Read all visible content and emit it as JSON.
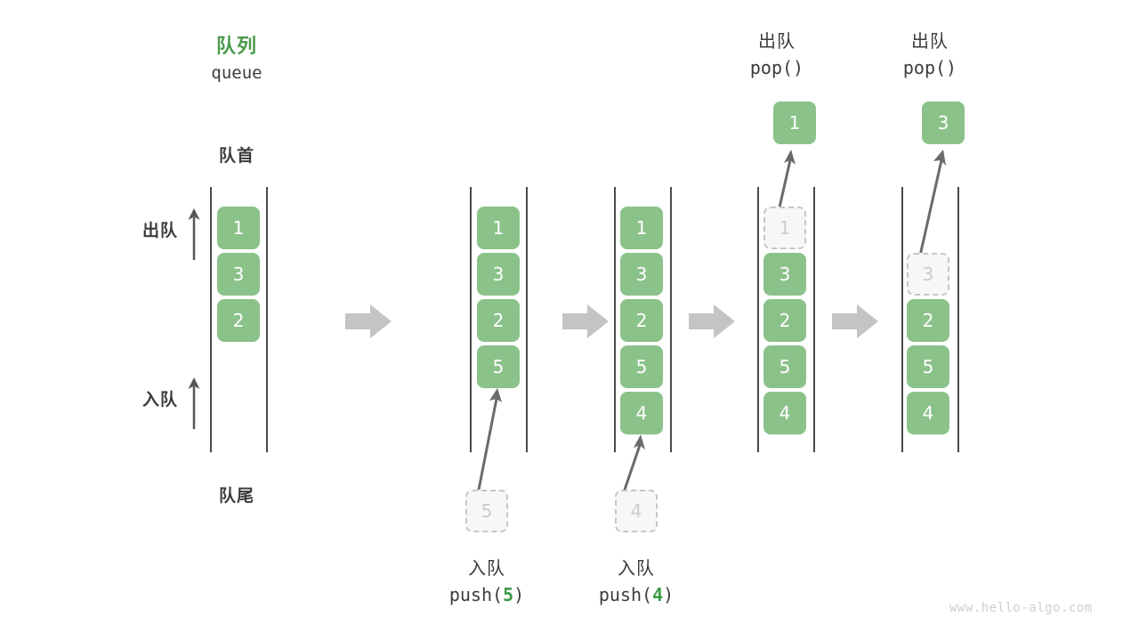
{
  "diagram": {
    "title_cn": "队列",
    "title_en": "queue",
    "head_label": "队首",
    "tail_label": "队尾",
    "dequeue_label": "出队",
    "enqueue_label": "入队",
    "watermark": "www.hello-algo.com",
    "colors": {
      "element_fill": "#8bc28a",
      "ghost_fill": "#f7f7f7",
      "ghost_border": "#c6c6c6",
      "title_green": "#4c9a4c",
      "code_green": "#3c9a47",
      "rail": "#4a4a4a",
      "arrow_gray": "#c4c4c4",
      "text": "#3c3c3c",
      "watermark": "#cfcfcf"
    }
  },
  "chart_data": {
    "type": "diagram",
    "title": "队列 queue",
    "stages": [
      {
        "id": "initial",
        "op_cn": "",
        "op_code": "",
        "items": [
          "1",
          "3",
          "2"
        ],
        "ghost_index": -1,
        "popped": null,
        "incoming": null
      },
      {
        "id": "push-5",
        "op_cn": "入队",
        "op_code": "push(5)",
        "op_code_prefix": "push(",
        "op_code_arg": "5",
        "op_code_suffix": ")",
        "items": [
          "1",
          "3",
          "2",
          "5"
        ],
        "ghost_index": -1,
        "popped": null,
        "incoming": "5"
      },
      {
        "id": "push-4",
        "op_cn": "入队",
        "op_code": "push(4)",
        "op_code_prefix": "push(",
        "op_code_arg": "4",
        "op_code_suffix": ")",
        "items": [
          "1",
          "3",
          "2",
          "5",
          "4"
        ],
        "ghost_index": -1,
        "popped": null,
        "incoming": "4"
      },
      {
        "id": "pop-1",
        "op_cn": "出队",
        "op_code": "pop()",
        "items": [
          "1",
          "3",
          "2",
          "5",
          "4"
        ],
        "ghost_index": 0,
        "popped": "1",
        "incoming": null
      },
      {
        "id": "pop-3",
        "op_cn": "出队",
        "op_code": "pop()",
        "items": [
          "3",
          "2",
          "5",
          "4"
        ],
        "ghost_index": 0,
        "popped": "3",
        "incoming": null
      }
    ]
  }
}
